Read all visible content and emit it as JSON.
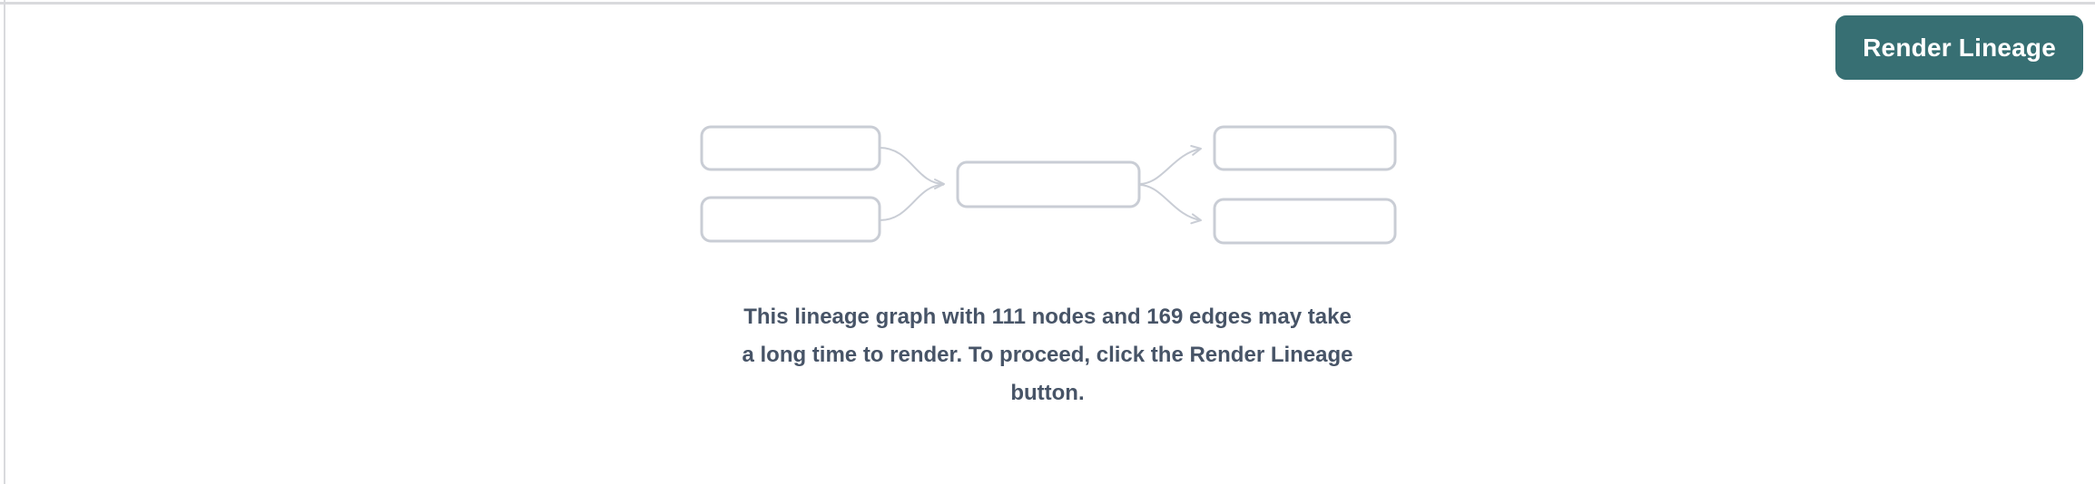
{
  "page": {
    "background_color": "#ffffff",
    "top_border_color": "#d9dadd",
    "left_border_color": "#d9dadd"
  },
  "toolbar": {
    "render_button_label": "Render Lineage",
    "render_button_color": "#376f73",
    "render_button_text_color": "#ffffff"
  },
  "placeholder": {
    "illustration": {
      "node_fill": "#ffffff",
      "node_border_color": "#c9cdd5",
      "edge_color": "#c9cdd5",
      "nodes": [
        "upstream-1",
        "upstream-2",
        "center",
        "downstream-1",
        "downstream-2"
      ],
      "edges": [
        "upstream-1 -> center",
        "upstream-2 -> center",
        "center -> downstream-1",
        "center -> downstream-2"
      ]
    },
    "message": {
      "full_text": "This lineage graph with 111 nodes and 169 edges may take a long time to render. To proceed, click the Render Lineage button.",
      "lines": [
        "This lineage graph with 111 nodes and 169 edges may take",
        "a long time to render. To proceed, click the Render Lineage",
        "button."
      ],
      "node_count": 111,
      "edge_count": 169,
      "text_color": "#475467"
    }
  }
}
